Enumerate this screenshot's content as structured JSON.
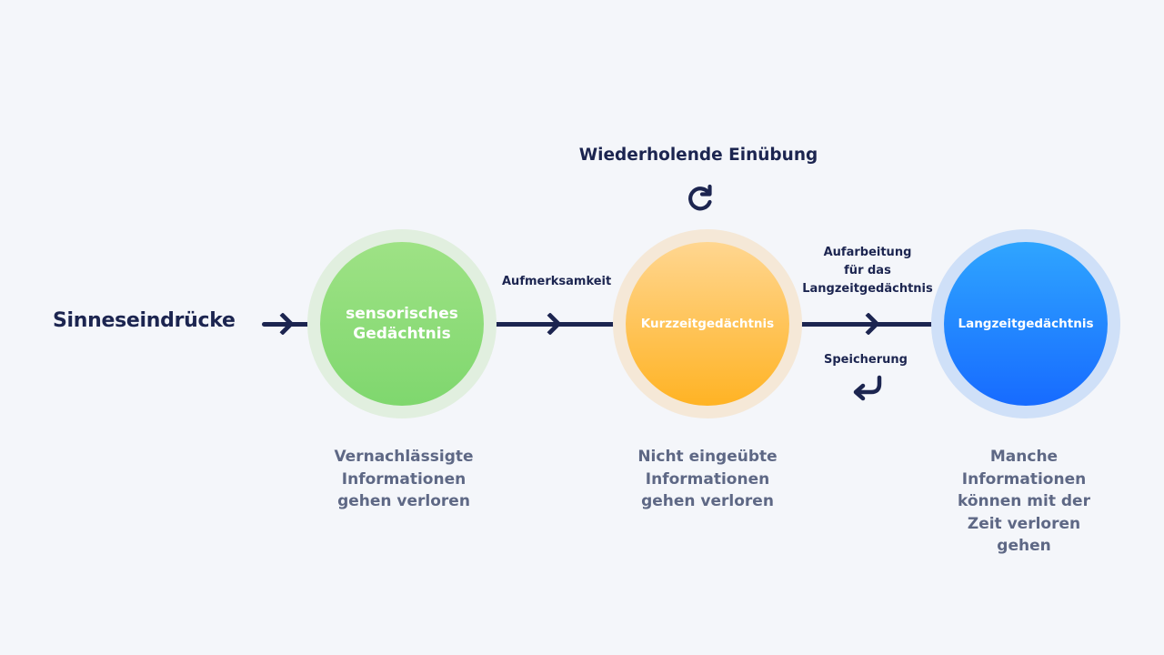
{
  "diagram": {
    "input_label": "Sinneseindrücke",
    "rehearsal_label": "Wiederholende Einübung",
    "stages": [
      {
        "name": "sensorisches Gedächtnis",
        "name_line1": "sensorisches",
        "name_line2": "Gedächtnis",
        "color": "#88dc74",
        "loss_note_lines": [
          "Vernachlässigte",
          "Informationen",
          "gehen verloren"
        ]
      },
      {
        "name": "Kurzzeitgedächtnis",
        "color": "#ffc04a",
        "loss_note_lines": [
          "Nicht eingeübte",
          "Informationen",
          "gehen verloren"
        ]
      },
      {
        "name": "Langzeitgedächtnis",
        "color": "#1f80ff",
        "loss_note_lines": [
          "Manche",
          "Informationen",
          "können mit der",
          "Zeit verloren",
          "gehen"
        ]
      }
    ],
    "transitions": {
      "attention": "Aufmerksamkeit",
      "encoding_lines": [
        "Aufarbeitung",
        "für das",
        "Langzeitgedächtnis"
      ],
      "retrieval": "Speicherung"
    },
    "icons": {
      "rehearsal": "refresh-icon",
      "retrieval": "return-arrow-icon",
      "flow": "arrow-right-icon"
    },
    "colors": {
      "background": "#f4f6fa",
      "line": "#1c2550",
      "note_text": "#5e6885"
    }
  }
}
